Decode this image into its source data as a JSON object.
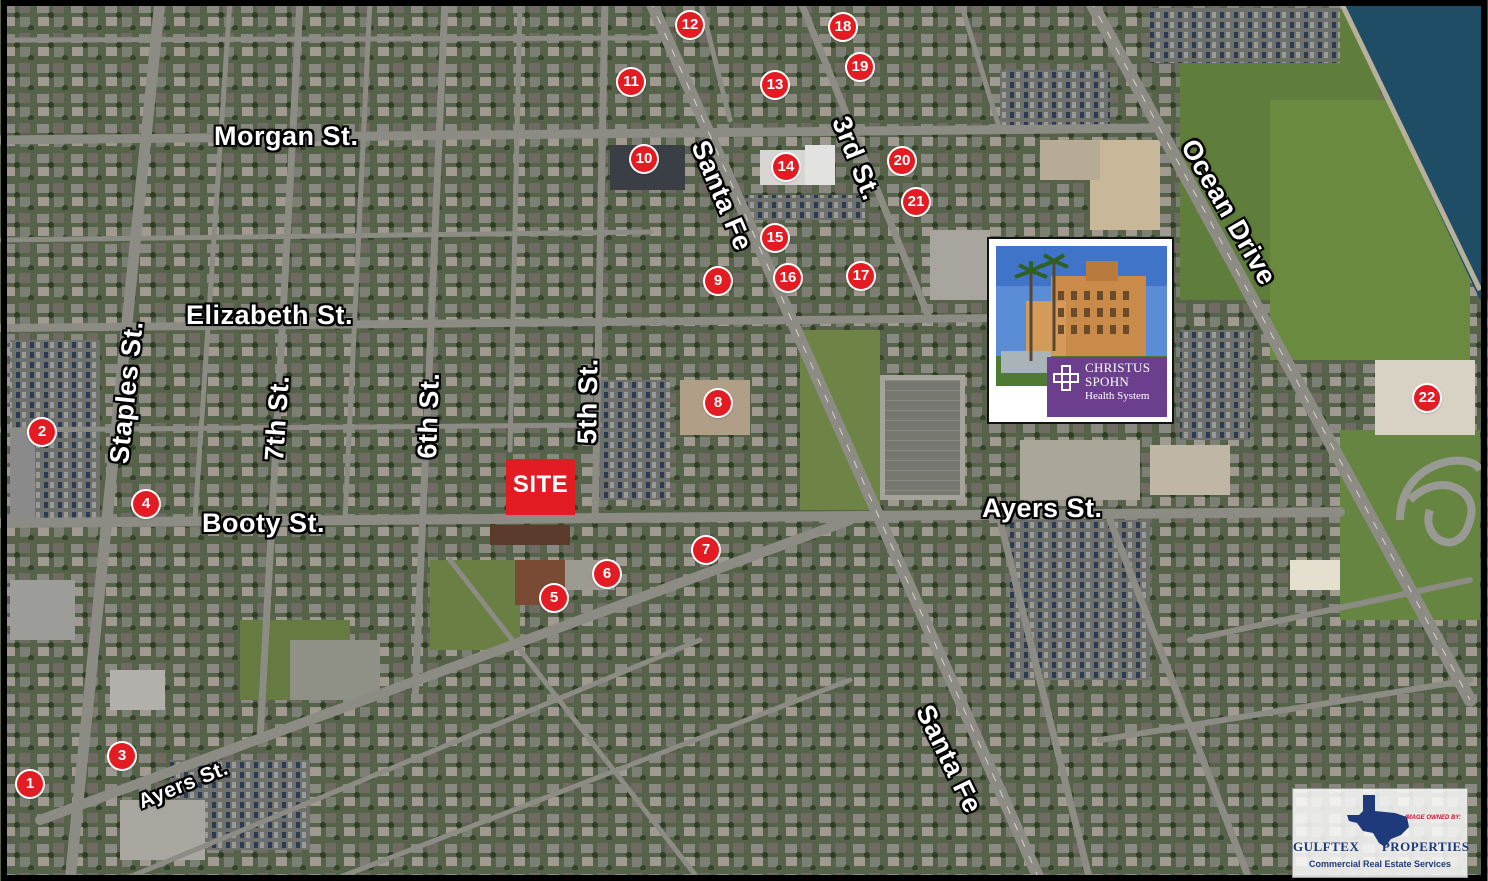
{
  "streets": {
    "morgan": "Morgan St.",
    "elizabeth": "Elizabeth St.",
    "booty": "Booty St.",
    "ayers_east": "Ayers St.",
    "ayers_west": "Ayers St.",
    "staples": "Staples St.",
    "seventh": "7th St.",
    "sixth": "6th St.",
    "fifth": "5th St.",
    "third": "3rd St.",
    "santa_fe_north": "Santa Fe",
    "santa_fe_south": "Santa Fe",
    "ocean_drive": "Ocean Drive"
  },
  "site_label": "SITE",
  "markers": [
    "1",
    "2",
    "3",
    "4",
    "5",
    "6",
    "7",
    "8",
    "9",
    "10",
    "11",
    "12",
    "13",
    "14",
    "15",
    "16",
    "17",
    "18",
    "19",
    "20",
    "21",
    "22"
  ],
  "hospital": {
    "logo_line1": "CHRISTUS",
    "logo_line2": "SPOHN",
    "logo_line3": "Health System"
  },
  "watermark": {
    "owned_by": "IMAGE OWNED BY:",
    "name_left": "GULFTEX",
    "name_right": "PROPERTIES",
    "tagline": "Commercial Real Estate Services"
  },
  "colors": {
    "marker_red": "#e31c23",
    "spohn_purple": "#6b3f8d",
    "water": "#1f4d66",
    "gulftex_blue": "#1e3a7a"
  }
}
